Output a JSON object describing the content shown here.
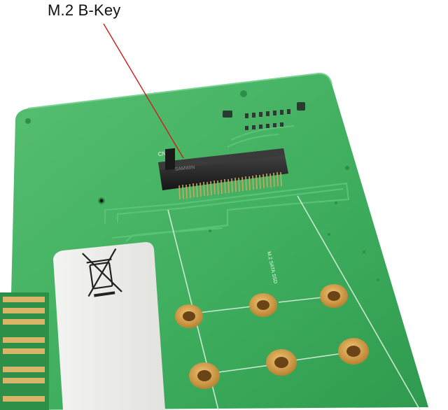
{
  "callout": {
    "label": "M.2 B-Key",
    "line_color": "#d11b1b"
  },
  "board": {
    "color": "#3fae5e",
    "connector_silkscreen": "CN2",
    "connector_marking": "SAMWIN",
    "vertical_silkscreen": "M.2 SATA SSD"
  }
}
